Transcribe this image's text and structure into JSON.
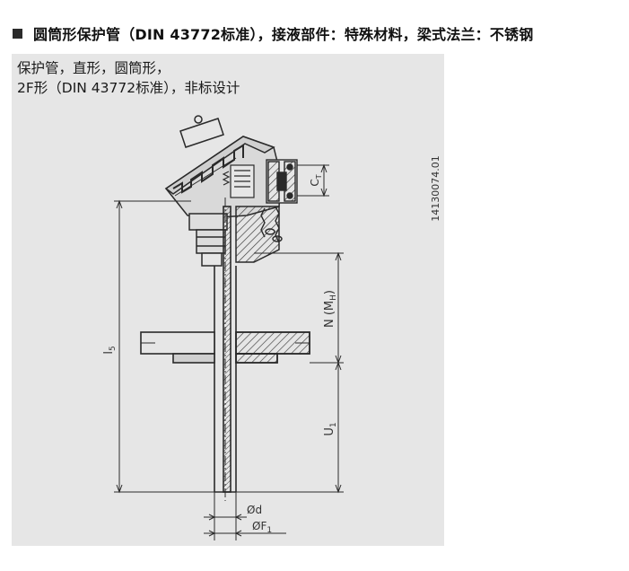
{
  "section": {
    "bullet_icon": "square-bullet-icon",
    "title": "圆筒形保护管（DIN 43772标准），接液部件：特殊材料，梁式法兰：不锈钢"
  },
  "figure": {
    "caption_line1": "保护管，直形，圆筒形，",
    "caption_line2": "2F形（DIN 43772标准），非标设计",
    "drawing_number": "14130074.01",
    "dimensions": {
      "ct": "C",
      "ct_sub": "T",
      "l5": "l",
      "l5_sub": "5",
      "n_mh": "N (M",
      "n_mh_sub": "H",
      "n_mh_close": ")",
      "u1": "U",
      "u1_sub": "1",
      "d": "Ød",
      "f1": "ØF",
      "f1_sub": "1"
    },
    "colors": {
      "panel_bg": "#e6e6e6",
      "line": "#2a2a2a",
      "hatch": "#3a3a3a"
    }
  }
}
